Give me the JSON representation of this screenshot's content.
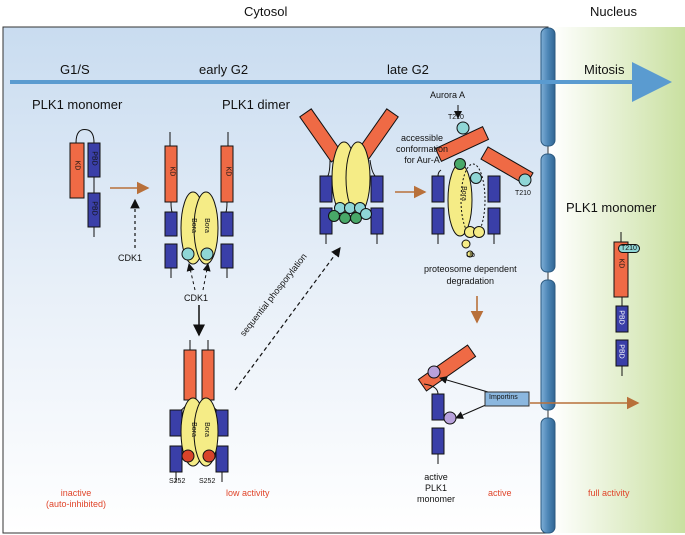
{
  "header": {
    "cytosol": "Cytosol",
    "nucleus": "Nucleus"
  },
  "phases": {
    "g1s": "G1/S",
    "early_g2": "early G2",
    "late_g2": "late G2",
    "mitosis": "Mitosis"
  },
  "titles": {
    "monomer_left": "PLK1 monomer",
    "dimer": "PLK1 dimer",
    "monomer_right": "PLK1 monomer"
  },
  "domains": {
    "kd": "KD",
    "pbd": "PBD",
    "bora": "Bora",
    "p": "P",
    "ub": "Ub",
    "t210": "T210"
  },
  "labels": {
    "cdk1_a": "CDK1",
    "cdk1_b": "CDK1",
    "s252": "S252",
    "aurora_a": "Aurora A",
    "t210_small": "T210",
    "t210_small2": "T210",
    "accessible": [
      "accessible",
      "conformation",
      "for Aur-A"
    ],
    "sequential": "sequential phosporylation",
    "degradation": [
      "proteosome dependent",
      "degradation"
    ],
    "importins": "Importins",
    "active_monomer": [
      "active",
      "PLK1",
      "monomer"
    ]
  },
  "status": {
    "inactive": [
      "inactive",
      "(auto-inhibited)"
    ],
    "low": "low activity",
    "active": "active",
    "full": "full activity"
  },
  "colors": {
    "kd": "#ef6a45",
    "pbd": "#3a3fa8",
    "bora": "#f5ec86",
    "p_red": "#d8432a",
    "p_green": "#48a868",
    "p_cyan": "#8fd6d6",
    "ub_violet": "#b9a2dc",
    "arrow_brown": "#b8703a",
    "timeline": "#5a9bd0",
    "membrane": "#4d86b6",
    "importins": "#8bb7df",
    "status_red": "#e0452a"
  }
}
